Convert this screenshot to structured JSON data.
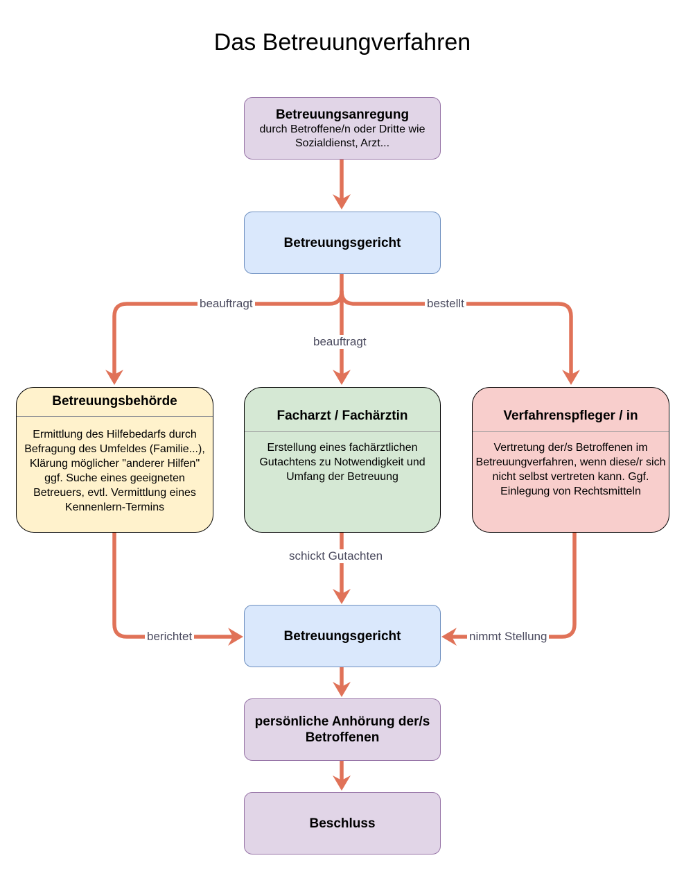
{
  "title": "Das Betreuungverfahren",
  "colors": {
    "arrow": "#e07258",
    "purple_fill": "#e1d5e7",
    "blue_fill": "#dae8fc",
    "yellow_fill": "#fff2cc",
    "green_fill": "#d5e8d4",
    "red_fill": "#f8cecc"
  },
  "nodes": {
    "anregung": {
      "title": "Betreuungsanregung",
      "subtitle": "durch Betroffene/n oder Dritte wie Sozialdienst, Arzt..."
    },
    "gericht_top": {
      "title": "Betreuungsgericht"
    },
    "behoerde": {
      "title": "Betreuungsbehörde",
      "body": "Ermittlung des Hilfebedarfs durch Befragung des Umfeldes (Familie...), Klärung möglicher \"anderer Hilfen\"\nggf. Suche eines geeigneten Betreuers, evtl. Vermittlung eines Kennenlern-Termins"
    },
    "facharzt": {
      "title": "Facharzt / Fachärztin",
      "body": "Erstellung eines fachärztlichen Gutachtens zu Notwendigkeit und Umfang der Betreuung"
    },
    "pfleger": {
      "title": "Verfahrenspfleger / in",
      "body": "Vertretung der/s Betroffenen im Betreuungverfahren, wenn diese/r sich nicht selbst vertreten kann. Ggf. Einlegung von Rechtsmitteln"
    },
    "gericht_bottom": {
      "title": "Betreuungsgericht"
    },
    "anhoerung": {
      "title": "persönliche Anhörung der/s Betroffenen"
    },
    "beschluss": {
      "title": "Beschluss"
    }
  },
  "edge_labels": {
    "to_behoerde": "beauftragt",
    "to_facharzt": "beauftragt",
    "to_pfleger": "bestellt",
    "from_facharzt": "schickt Gutachten",
    "from_behoerde": "berichtet",
    "from_pfleger": "nimmt Stellung"
  }
}
